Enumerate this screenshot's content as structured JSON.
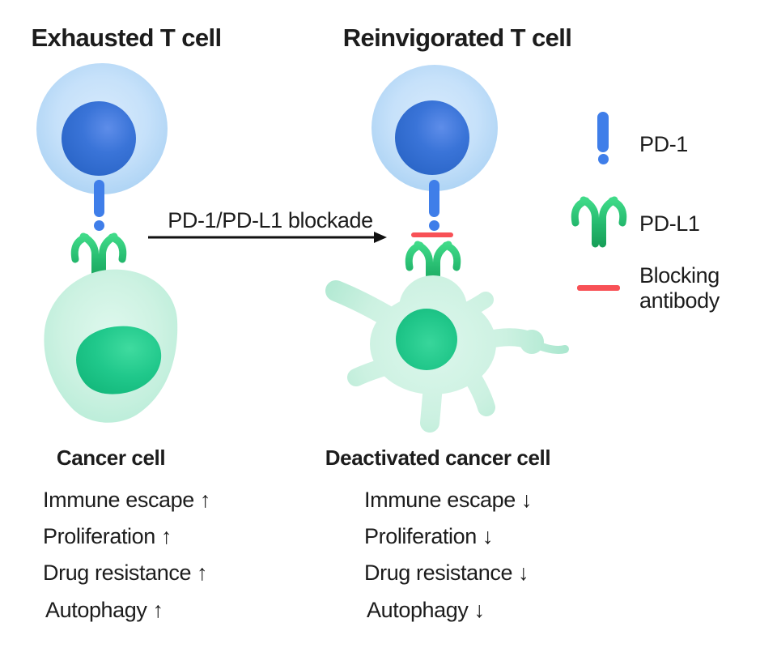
{
  "left_panel": {
    "title": "Exhausted T cell",
    "cell_label": "Cancer cell",
    "effects": [
      "Immune escape ↑",
      "Proliferation ↑",
      "Drug resistance ↑",
      "Autophagy ↑"
    ]
  },
  "right_panel": {
    "title": "Reinvigorated T cell",
    "cell_label": "Deactivated cancer cell",
    "effects": [
      "Immune escape ↓",
      "Proliferation ↓",
      "Drug resistance ↓",
      "Autophagy ↓"
    ]
  },
  "arrow": {
    "label": "PD-1/PD-L1 blockade"
  },
  "legend": {
    "pd1_label": "PD-1",
    "pdl1_label": "PD-L1",
    "blocking_label": "Blocking antibody"
  },
  "colors": {
    "pd1_blue": "#3F7EE9",
    "pdl1_green": "#22B36A",
    "blocking_red": "#F85156",
    "tcell_membrane": "#BFDCF8",
    "tcell_nucleus": "#2E6CD0",
    "cancer_body": "#C9F0DF",
    "cancer_nucleus": "#1EC689",
    "text": "#1C1C1C"
  }
}
